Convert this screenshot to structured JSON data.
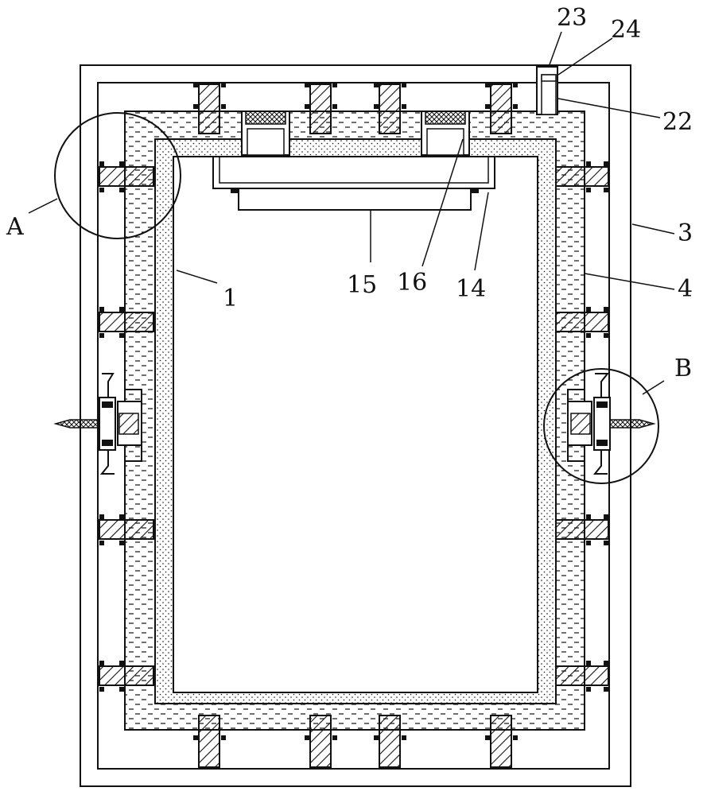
{
  "labels": {
    "n1": "1",
    "n3": "3",
    "n4": "4",
    "n14": "14",
    "n15": "15",
    "n16": "16",
    "n22": "22",
    "n23": "23",
    "n24": "24",
    "detailA": "A",
    "detailB": "B"
  },
  "colors": {
    "line": "#111111",
    "background": "#ffffff"
  }
}
